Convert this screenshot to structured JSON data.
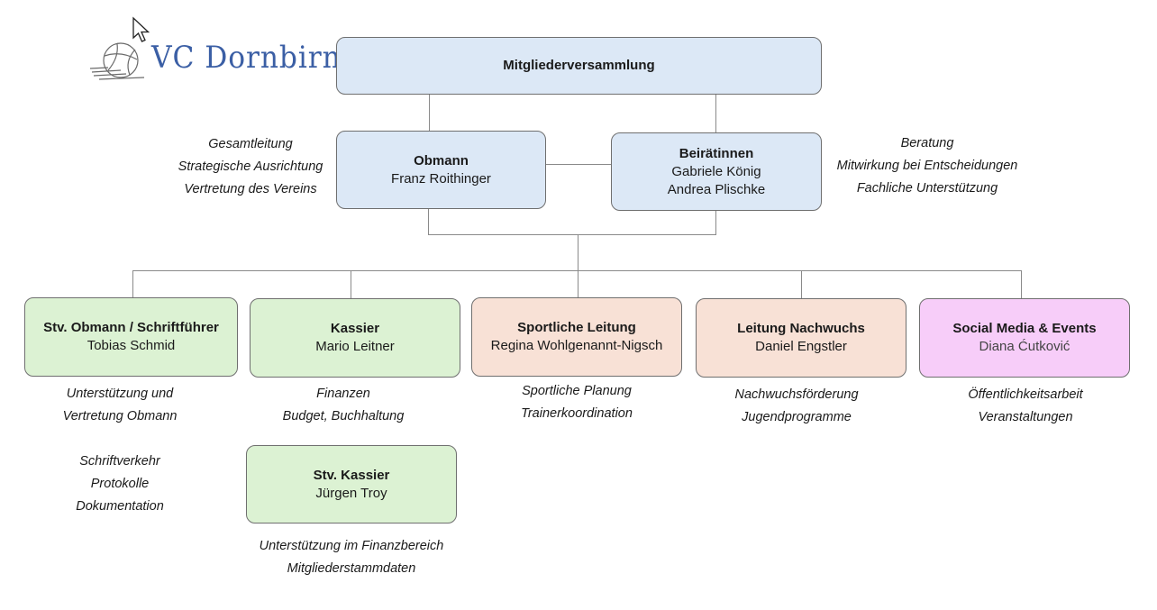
{
  "logo": {
    "text": "VC Dornbirn"
  },
  "colors": {
    "blue": "#dce8f6",
    "green": "#dcf2d3",
    "peach": "#f8e1d6",
    "pink": "#f7cdf9",
    "logo": "#3b5fa5"
  },
  "nodes": {
    "versammlung": {
      "title": "Mitgliederversammlung"
    },
    "obmann": {
      "title": "Obmann",
      "names": [
        "Franz Roithinger"
      ]
    },
    "beirat": {
      "title": "Beirätinnen",
      "names": [
        "Gabriele König",
        "Andrea Plischke"
      ]
    },
    "stv_obmann": {
      "title": "Stv. Obmann / Schriftführer",
      "names": [
        "Tobias Schmid"
      ]
    },
    "kassier": {
      "title": "Kassier",
      "names": [
        "Mario Leitner"
      ]
    },
    "sport": {
      "title": "Sportliche Leitung",
      "names": [
        "Regina Wohlgenannt-Nigsch"
      ]
    },
    "nachwuchs": {
      "title": "Leitung Nachwuchs",
      "names": [
        "Daniel Engstler"
      ]
    },
    "social": {
      "title": "Social Media & Events",
      "names": [
        "Diana Ćutković"
      ]
    },
    "stv_kassier": {
      "title": "Stv. Kassier",
      "names": [
        "Jürgen Troy"
      ]
    }
  },
  "notes": {
    "obmann": [
      "Gesamtleitung",
      "Strategische Ausrichtung",
      "Vertretung des Vereins"
    ],
    "beirat": [
      "Beratung",
      "Mitwirkung bei Entscheidungen",
      "Fachliche Unterstützung"
    ],
    "stv_obmann_a": [
      "Unterstützung und",
      "Vertretung Obmann"
    ],
    "stv_obmann_b": [
      "Schriftverkehr",
      "Protokolle",
      "Dokumentation"
    ],
    "kassier": [
      "Finanzen",
      "Budget, Buchhaltung"
    ],
    "sport": [
      "Sportliche Planung",
      "Trainerkoordination"
    ],
    "nachwuchs": [
      "Nachwuchsförderung",
      "Jugendprogramme"
    ],
    "social": [
      "Öffentlichkeitsarbeit",
      "Veranstaltungen"
    ],
    "stv_kassier": [
      "Unterstützung im Finanzbereich",
      "Mitgliederstammdaten"
    ]
  }
}
